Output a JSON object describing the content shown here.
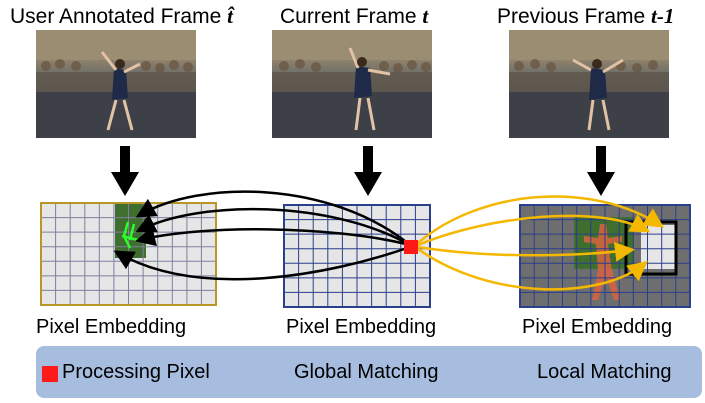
{
  "titles": {
    "left_prefix": "User Annotated Frame ",
    "left_var": "t̂",
    "center_prefix": "Current Frame ",
    "center_var": "t",
    "right_prefix": "Previous Frame ",
    "right_var": "t-1"
  },
  "captions": {
    "left": "Pixel Embedding",
    "center": "Pixel Embedding",
    "right": "Pixel Embedding"
  },
  "legend": {
    "processing": "Processing Pixel",
    "global": "Global Matching",
    "local": "Local Matching"
  },
  "colors": {
    "global_arrow": "#000000",
    "local_arrow": "#f5b800",
    "processing_pixel": "#ff1a1a",
    "left_grid_border": "#b8962a",
    "center_grid_border": "#2b3f8c",
    "right_grid_border": "#2b3f8c",
    "mask_green": "#3f6f2e",
    "legend_bg": "#a6bde0"
  }
}
